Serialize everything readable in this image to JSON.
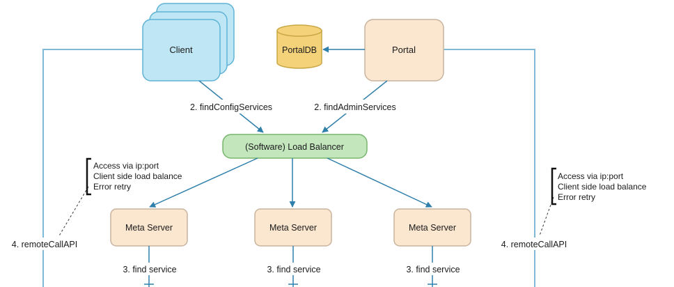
{
  "nodes": {
    "client": "Client",
    "portal_db": "PortalDB",
    "portal": "Portal",
    "load_balancer": "(Software) Load Balancer",
    "meta_server_left": "Meta Server",
    "meta_server_center": "Meta Server",
    "meta_server_right": "Meta Server"
  },
  "edges": {
    "find_config_services": "2. findConfigServices",
    "find_admin_services": "2. findAdminServices",
    "find_service_left": "3. find service",
    "find_service_center": "3. find service",
    "find_service_right": "3. find service",
    "remote_call_left": "4. remoteCallAPI",
    "remote_call_right": "4. remoteCallAPI"
  },
  "notes": {
    "left": [
      "Access via ip:port",
      "Client side load balance",
      "Error retry"
    ],
    "right": [
      "Access via ip:port",
      "Client side load balance",
      "Error retry"
    ]
  },
  "colors": {
    "client_fill": "#bfe6f4",
    "client_stroke": "#5fb3d6",
    "portal_fill": "#fbe6d0",
    "portal_stroke": "#c8b49e",
    "db_fill": "#f3d27a",
    "db_stroke": "#c9a745",
    "lb_fill": "#c3e6bd",
    "lb_stroke": "#78b56d",
    "meta_fill": "#fbe6d0",
    "meta_stroke": "#c8b49e",
    "line": "#7fb8d8",
    "arrow": "#2f7fab"
  }
}
